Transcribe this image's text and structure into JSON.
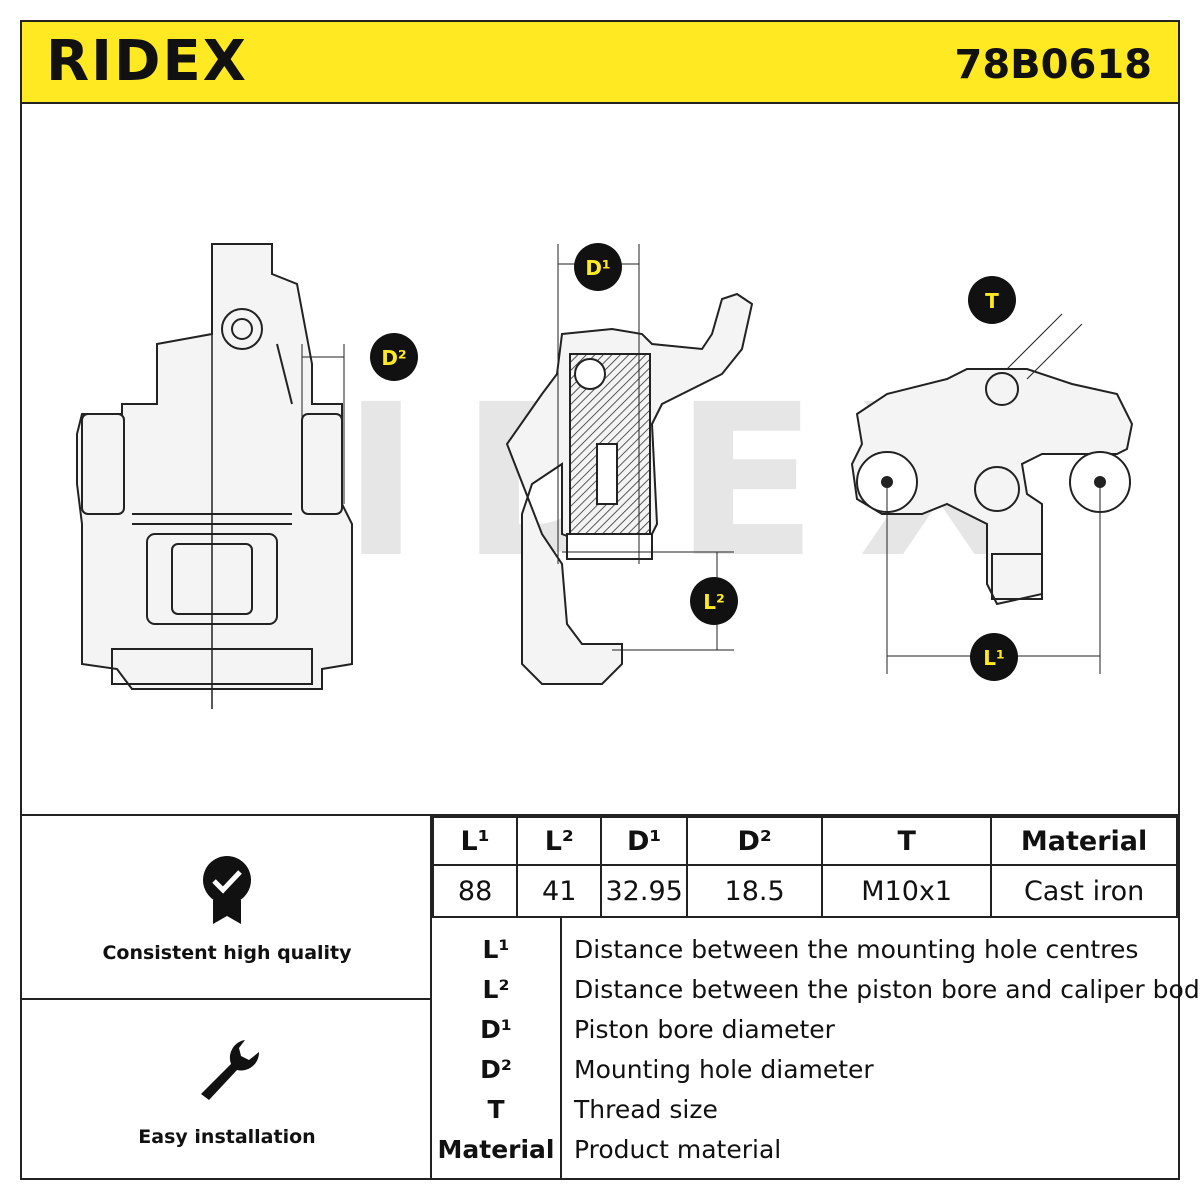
{
  "header": {
    "brand": "RIDEX",
    "part_number": "78B0618",
    "accent_color": "#ffe923"
  },
  "drawing": {
    "watermark": "RIDEX",
    "labels": {
      "d2": "D²",
      "d1": "D¹",
      "l2": "L²",
      "t": "T",
      "l1": "L¹"
    }
  },
  "features": [
    {
      "icon": "quality-badge-icon",
      "label": "Consistent high quality"
    },
    {
      "icon": "wrench-icon",
      "label": "Easy installation"
    }
  ],
  "specs": {
    "headers": [
      "L¹",
      "L²",
      "D¹",
      "D²",
      "T",
      "Material"
    ],
    "values": [
      "88",
      "41",
      "32.95",
      "18.5",
      "M10x1",
      "Cast iron"
    ]
  },
  "legend": [
    {
      "key": "L¹",
      "text": "Distance between the mounting hole centres"
    },
    {
      "key": "L²",
      "text": "Distance between the piston bore and caliper body"
    },
    {
      "key": "D¹",
      "text": "Piston bore diameter"
    },
    {
      "key": "D²",
      "text": "Mounting hole diameter"
    },
    {
      "key": "T",
      "text": "Thread size"
    },
    {
      "key": "Material",
      "text": "Product material"
    }
  ]
}
